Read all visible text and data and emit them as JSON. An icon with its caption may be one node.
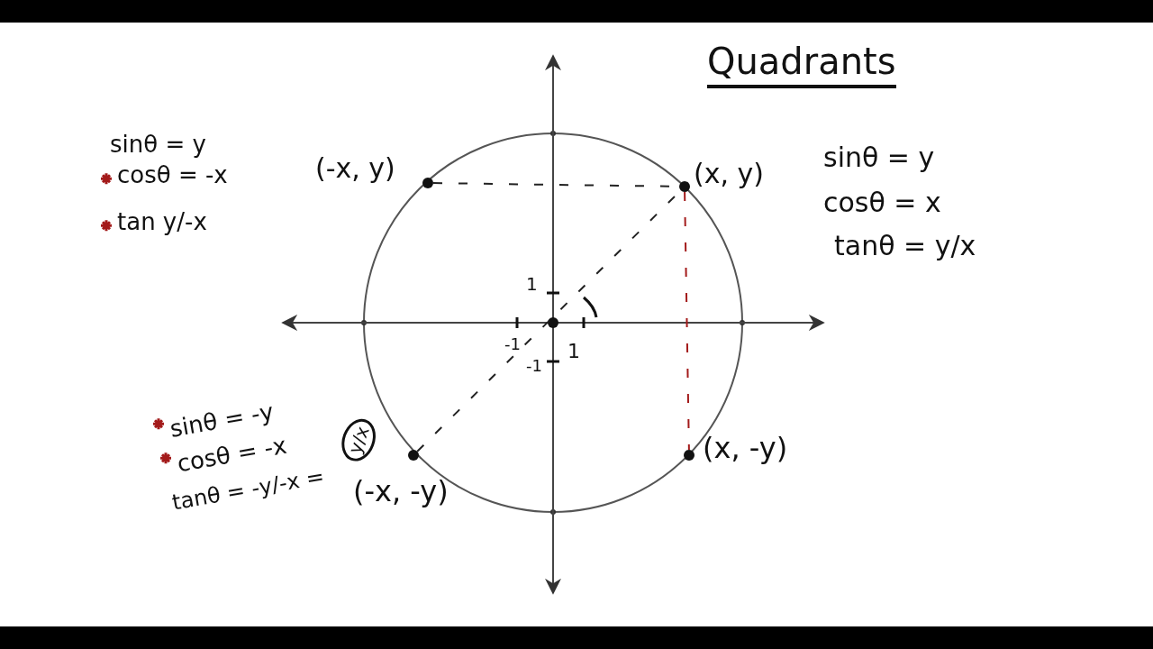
{
  "diagram": {
    "title": "Quadrants",
    "nodes": [
      {
        "text": [],
        "shape": "circle",
        "beside": [
          "(-x, y)"
        ]
      },
      {
        "text": [],
        "shape": "circle",
        "beside": [
          "(x, y)"
        ]
      },
      {
        "text": [],
        "shape": "circle",
        "beside": [
          "(-x, -y)"
        ]
      },
      {
        "text": [],
        "shape": "circle",
        "beside": [
          "(x, -y)"
        ]
      }
    ],
    "edges": [
      {
        "from": 0,
        "to": 1,
        "arrow": "none",
        "style": "dashed"
      },
      {
        "from": 2,
        "to": 1,
        "arrow": "none",
        "style": "dashed"
      },
      {
        "from": 1,
        "to": 3,
        "arrow": "none",
        "style": "dashed",
        "color": "#a31a1a"
      }
    ],
    "labels": [
      "sinθ = y",
      "cosθ = -x",
      "tan y/-x",
      "sinθ = y",
      "cosθ = x",
      "tanθ = y/x",
      "1",
      "-1",
      "1",
      "-1",
      "sinθ = -y",
      "cosθ = -x",
      "tanθ = -y/-x =",
      "y/x"
    ]
  }
}
